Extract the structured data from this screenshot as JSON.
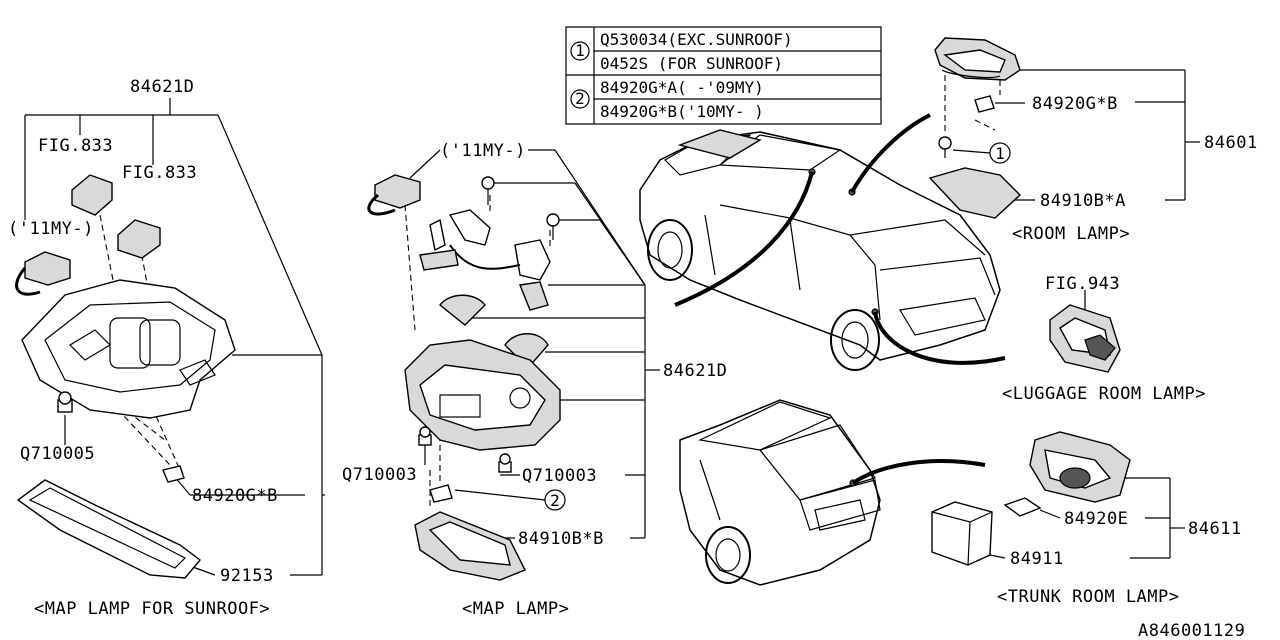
{
  "diagram_id": "A846001129",
  "table": {
    "rows": [
      {
        "marker": "1",
        "text": "Q530034(EXC.SUNROOF)"
      },
      {
        "marker": "",
        "text": "0452S  (FOR SUNROOF)"
      },
      {
        "marker": "2",
        "text": "84920G*A( -'09MY)"
      },
      {
        "marker": "",
        "text": "84920G*B('10MY- )"
      }
    ]
  },
  "sections": {
    "map_lamp_sunroof": {
      "caption": "<MAP LAMP FOR SUNROOF>",
      "labels": {
        "assembly": "84621D",
        "fig1": "FIG.833",
        "fig2": "FIG.833",
        "my": "('11MY-)",
        "screw": "Q710005",
        "bulb": "84920G*B",
        "lens": "92153"
      }
    },
    "map_lamp": {
      "caption": "<MAP LAMP>",
      "labels": {
        "my": "('11MY-)",
        "assembly": "84621D",
        "screw_left": "Q710003",
        "screw_right": "Q710003",
        "bulb_marker": "2",
        "lens": "84910B*B"
      }
    },
    "room_lamp": {
      "caption": "<ROOM LAMP>",
      "labels": {
        "bulb": "84920G*B",
        "assembly": "84601",
        "screw_marker": "1",
        "lens": "84910B*A"
      }
    },
    "luggage_lamp": {
      "caption": "<LUGGAGE ROOM LAMP>",
      "labels": {
        "fig": "FIG.943"
      }
    },
    "trunk_lamp": {
      "caption": "<TRUNK ROOM LAMP>",
      "labels": {
        "bulb": "84920E",
        "assembly": "84611",
        "lens": "84911"
      }
    }
  }
}
